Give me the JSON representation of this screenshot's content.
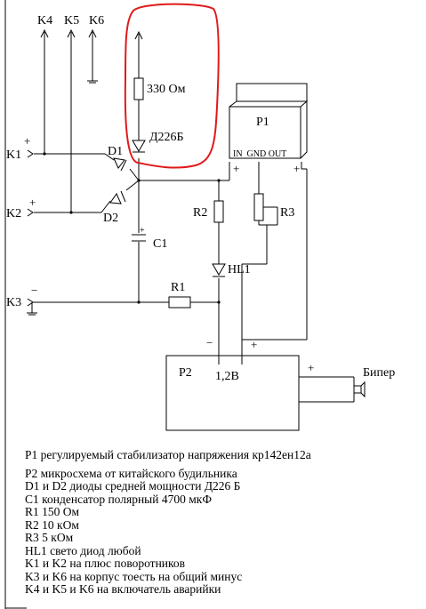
{
  "labels": {
    "k4": "K4",
    "k5": "K5",
    "k6": "K6",
    "k1": "K1",
    "k2": "K2",
    "k3": "K3",
    "d1": "D1",
    "d2": "D2",
    "r330": "330 Ом",
    "d226b": "Д226Б",
    "p1": "P1",
    "p1_pins": "IN  GND OUT",
    "r1": "R1",
    "r2": "R2",
    "r3": "R3",
    "c1": "C1",
    "hl1": "HL1",
    "p2": "P2",
    "v12": "1,2В",
    "biper": "Бипер",
    "plus": "+",
    "minus": "−"
  },
  "legend": [
    "P1 регулируемый стабилизатор напряжения кр142ен12а",
    "P2  микросхема от китайского будильника",
    "D1 и  D2  диоды средней мощности Д226 Б",
    "C1 конденсатор полярный  4700 мкФ",
    "R1  150 Ом",
    "R2 10 кОм",
    "R3   5 кОм",
    "HL1  свето диод любой",
    "K1 и  K2  на плюс  поворотников",
    "K3 и K6 на корпус тоесть на общий минус",
    "K4 и K5 и K6 на включатель аварийки"
  ],
  "colors": {
    "annotation": "#e01a1a",
    "line": "#000000",
    "background": "#ffffff"
  }
}
